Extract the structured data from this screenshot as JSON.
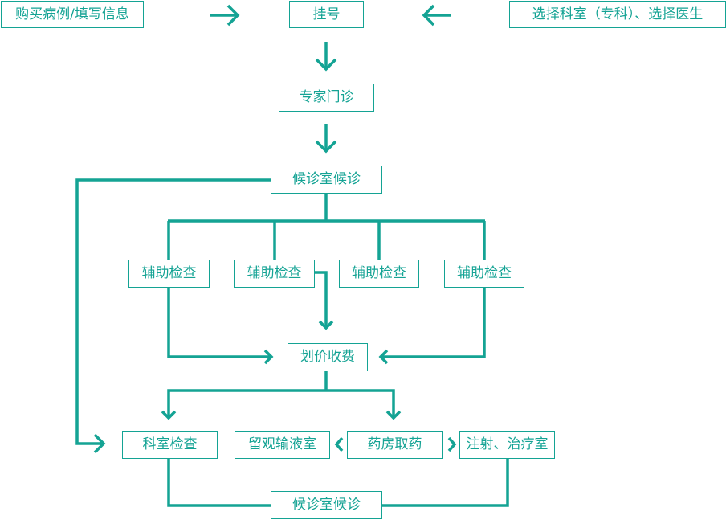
{
  "colors": {
    "accent": "#14a394",
    "background": "#ffffff"
  },
  "nodes": {
    "buy_record": "购买病例/填写信息",
    "register": "挂号",
    "select_department": "选择科室（专科）、选择医生",
    "expert_clinic": "专家门诊",
    "waiting_room_top": "候诊室候诊",
    "aux_exam_1": "辅助检查",
    "aux_exam_2": "辅助检查",
    "aux_exam_3": "辅助检查",
    "aux_exam_4": "辅助检查",
    "billing": "划价收费",
    "dept_exam": "科室检查",
    "observation_room": "留观输液室",
    "pharmacy": "药房取药",
    "treatment_room": "注射、治疗室",
    "waiting_room_bottom": "候诊室候诊"
  }
}
